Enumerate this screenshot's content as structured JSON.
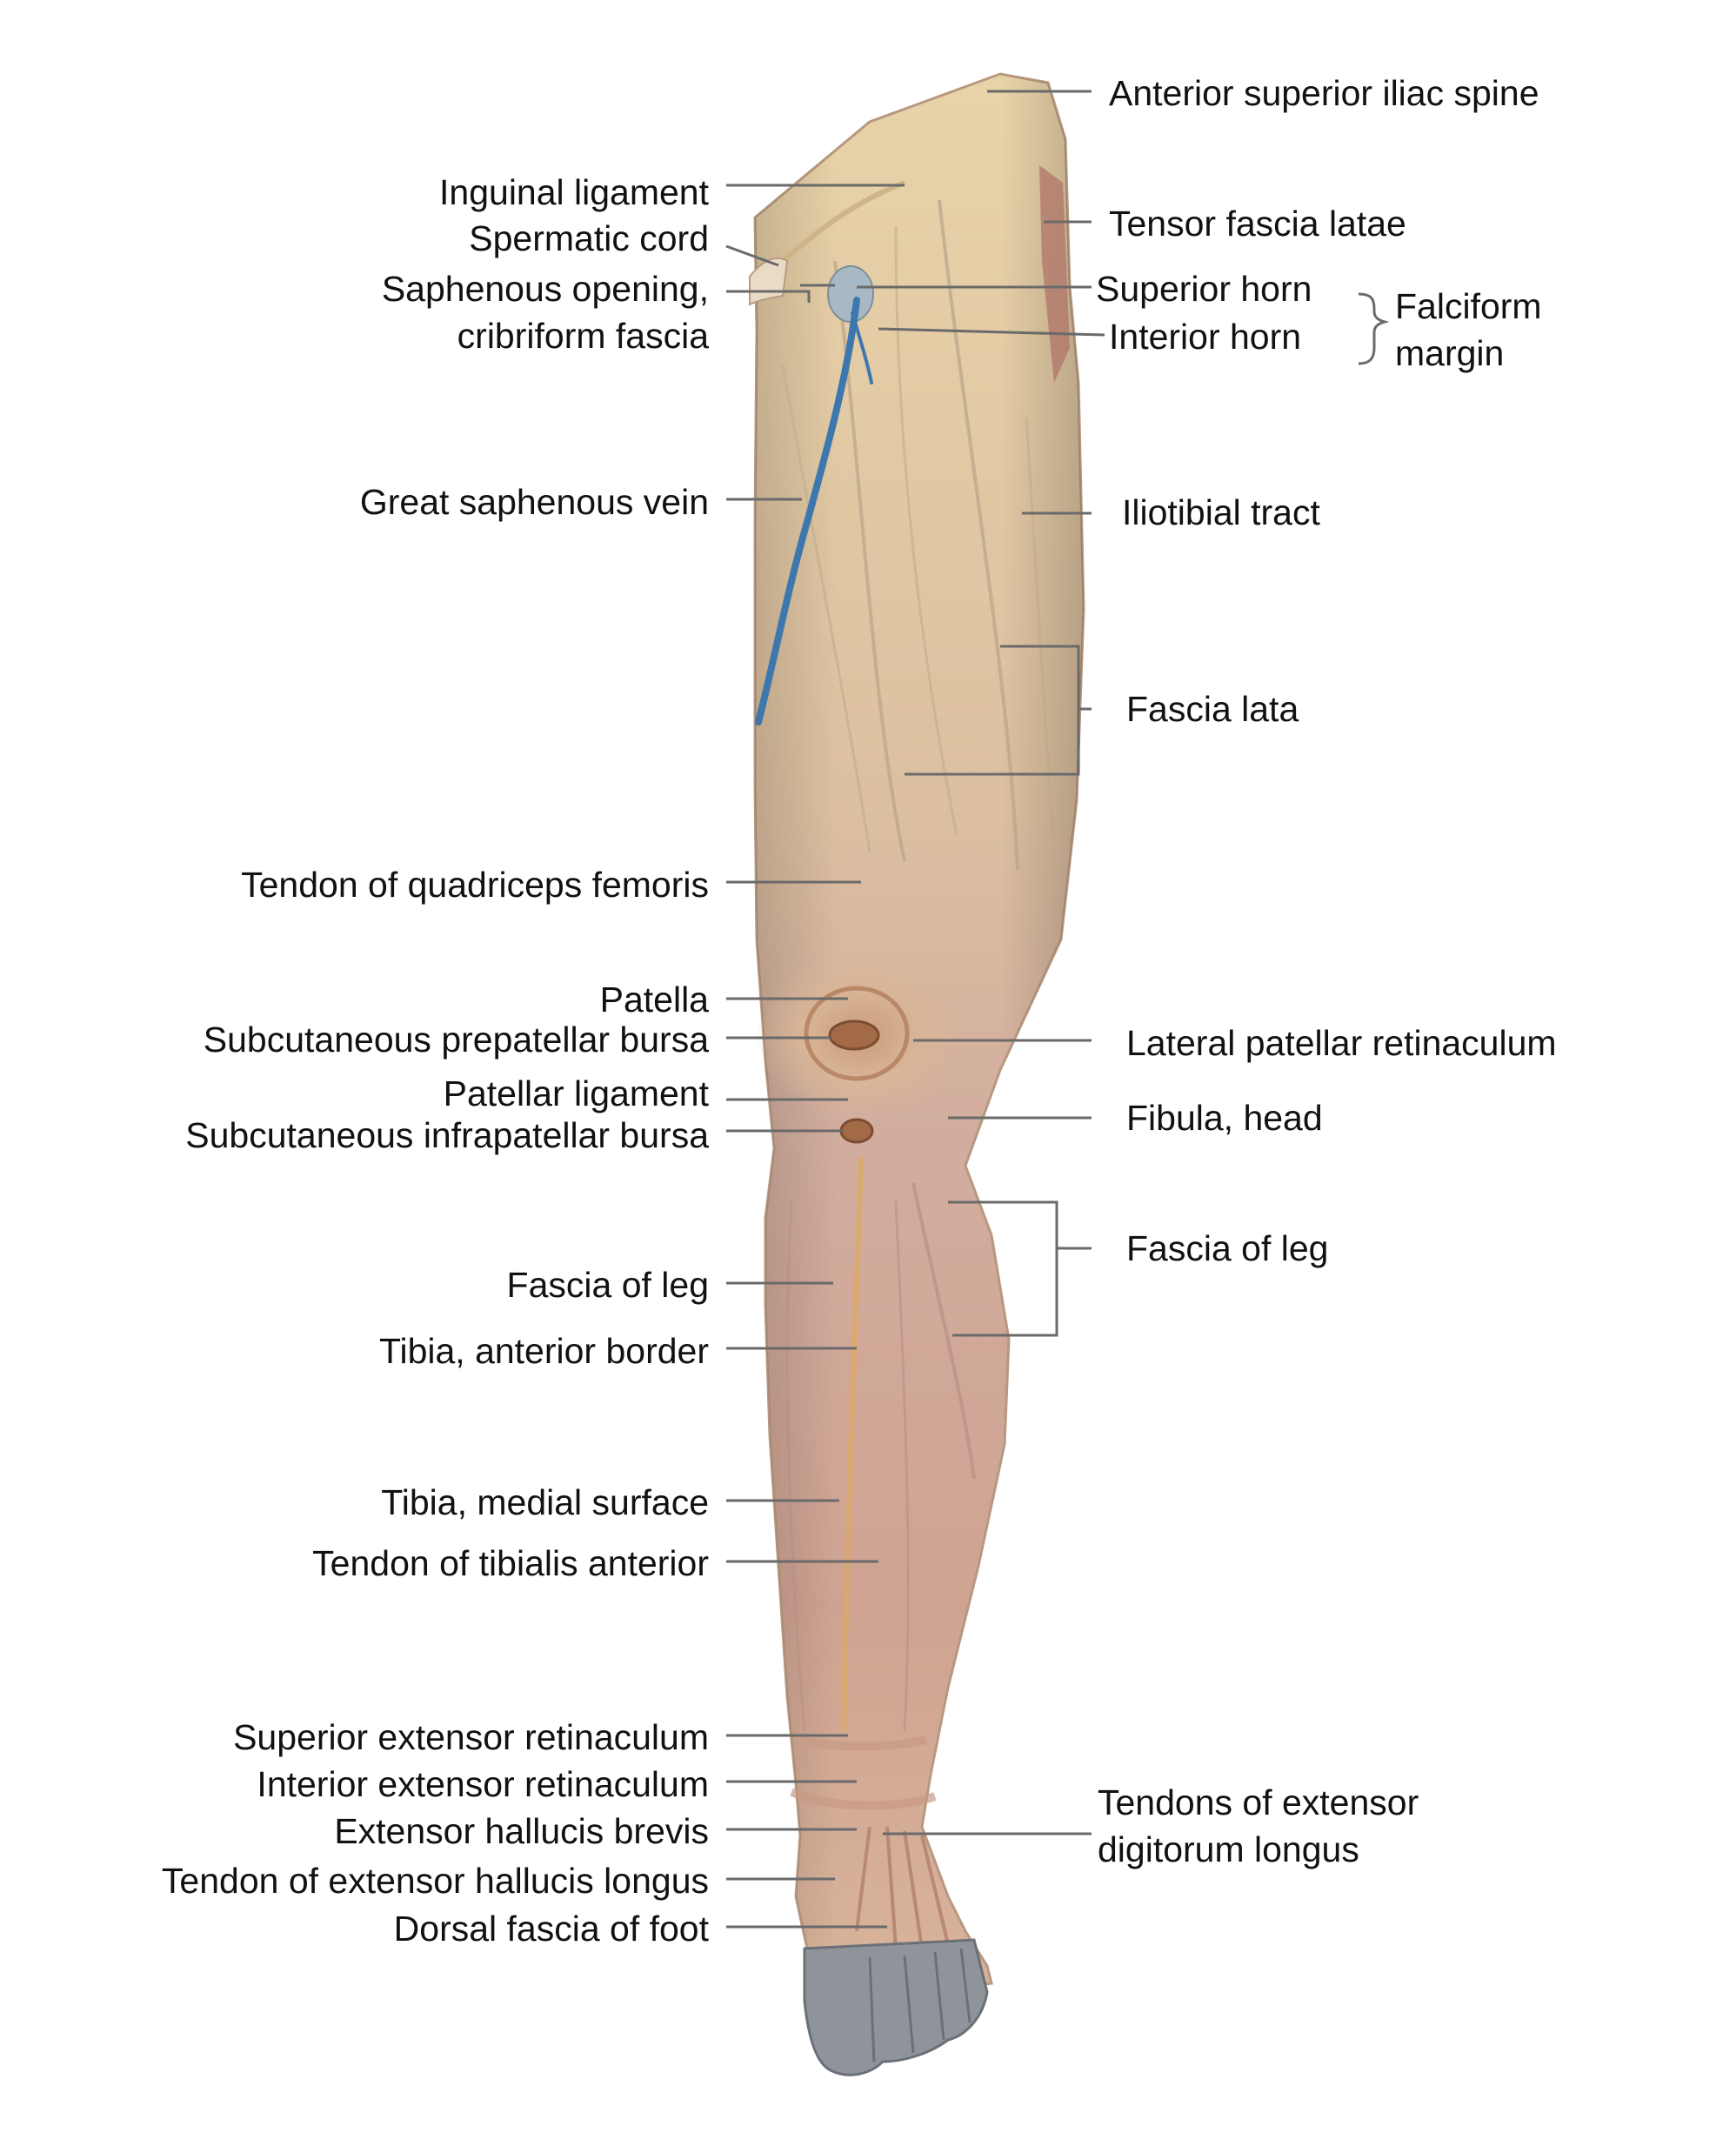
{
  "colors": {
    "skin": "#d9b99a",
    "skin_shade": "#c89f89",
    "fascia_upper": "#e4cda2",
    "vein": "#3d77ad",
    "toes": "#8f949b",
    "leader": "#6a6a6a",
    "text": "#111111"
  },
  "labels_left": {
    "inguinal_ligament": "Inguinal ligament",
    "spermatic_cord": "Spermatic cord",
    "saphenous_opening": "Saphenous opening,\ncribriform fascia",
    "great_saphenous_vein": "Great saphenous vein",
    "tendon_quadriceps": "Tendon of quadriceps femoris",
    "patella": "Patella",
    "prepatellar_bursa": "Subcutaneous prepatellar bursa",
    "patellar_ligament": "Patellar ligament",
    "infrapatellar_bursa": "Subcutaneous infrapatellar bursa",
    "fascia_of_leg": "Fascia of leg",
    "tibia_anterior_border": "Tibia, anterior border",
    "tibia_medial_surface": "Tibia, medial surface",
    "tendon_tibialis_anterior": "Tendon of tibialis anterior",
    "superior_extensor_retinaculum": "Superior extensor retinaculum",
    "interior_extensor_retinaculum": "Interior extensor retinaculum",
    "extensor_hallucis_brevis": "Extensor hallucis brevis",
    "tendon_extensor_hallucis_longus": "Tendon of extensor hallucis longus",
    "dorsal_fascia_foot": "Dorsal fascia of foot"
  },
  "labels_right": {
    "asis": "Anterior superior iliac spine",
    "tensor_fascia_latae": "Tensor fascia latae",
    "superior_horn": "Superior horn",
    "interior_horn": "Interior horn",
    "falciform_margin": "Falciform\nmargin",
    "iliotibial_tract": "Iliotibial tract",
    "fascia_lata": "Fascia lata",
    "lateral_patellar_retinaculum": "Lateral patellar retinaculum",
    "fibula_head": "Fibula, head",
    "fascia_of_leg": "Fascia of leg",
    "tendons_extensor_digitorum": "Tendons of extensor\ndigitorum longus"
  }
}
